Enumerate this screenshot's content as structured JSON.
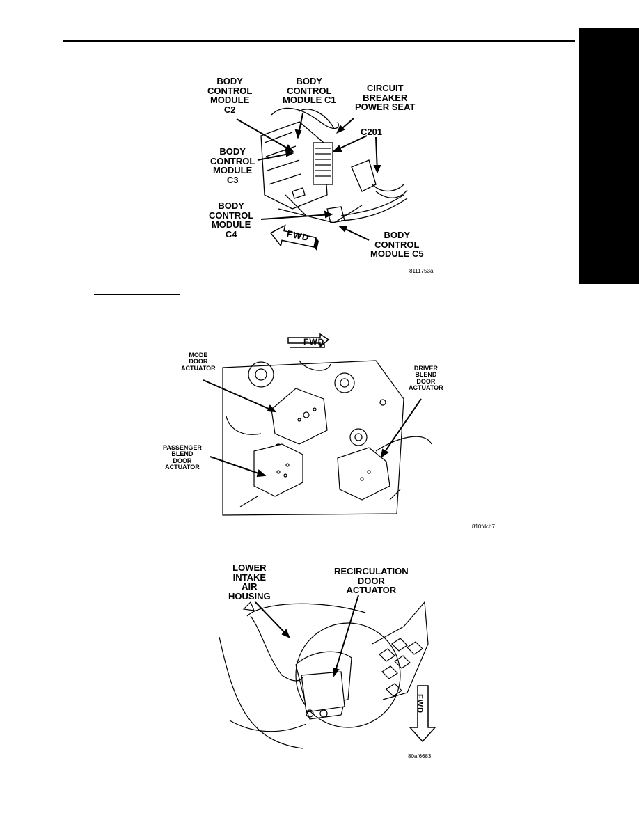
{
  "figures": [
    {
      "id": "8111753a",
      "labels": {
        "bcm_c2": "BODY\nCONTROL\nMODULE\nC2",
        "bcm_c1": "BODY\nCONTROL\nMODULE C1",
        "circuit_breaker": "CIRCUIT\nBREAKER\nPOWER SEAT",
        "c201": "C201",
        "bcm_c3": "BODY\nCONTROL\nMODULE\nC3",
        "bcm_c4": "BODY\nCONTROL\nMODULE\nC4",
        "bcm_c5": "BODY\nCONTROL\nMODULE C5",
        "fwd": "FWD"
      }
    },
    {
      "id": "810fdcb7",
      "labels": {
        "mode_door": "MODE\nDOOR\nACTUATOR",
        "driver_blend": "DRIVER\nBLEND\nDOOR\nACTUATOR",
        "passenger_blend": "PASSENGER\nBLEND\nDOOR\nACTUATOR",
        "fwd": "FWD"
      }
    },
    {
      "id": "80af6683",
      "labels": {
        "lower_intake": "LOWER\nINTAKE\nAIR\nHOUSING",
        "recirc": "RECIRCULATION\nDOOR\nACTUATOR",
        "fwd": "FWD"
      }
    }
  ]
}
